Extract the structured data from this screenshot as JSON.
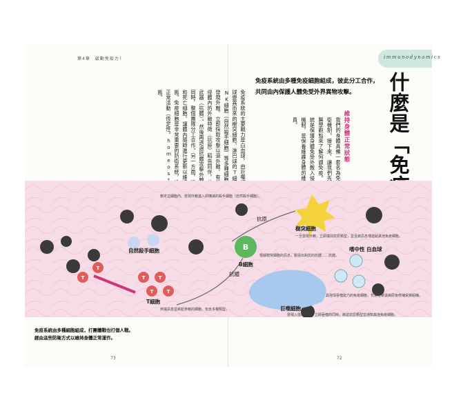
{
  "left_page": {
    "running_head": "第4章　啟動免疫力！",
    "body": "免疫系統的主要戰力是白血球，由巨噬細胞、同樣由單核球變異而來的樹突細胞、淋巴球的T細胞、B細胞和NK細胞（自然殺手細胞）等多種細胞構成。有些細胞一發現外敵，立即採取攻擊以退外敵，有些細胞則負責將入侵體內的外敵特徵（抗原）昭告同伴，並且根據抗原製造武器（抗體）。然後再透過抗體攻擊外敵。彼此各司其職的同時，整個團隊分工合作。另一方面，透過清除受損細胞和死亡細胞，讓體內隨時進行更新以維持在最佳正常狀態。免疫細胞是非常重要的防衛系統，維持身體可以處於正常活動（恆定性。homeostasis）的狀態。",
    "en_gloss": "homeostasis",
    "page_number": "73",
    "bottom_caption_line1": "免疫系統由多種細胞組成，打團體戰也打個人戰。",
    "bottom_caption_line2": "經由這些防衛方式以維持身體正常運作。"
  },
  "right_page": {
    "tab_text": "immunodynamics",
    "title": "什麼是「免疫」？",
    "lede": "免疫系統由多種免疫細胞組成，彼此分工合作，共同由內保護人體免受外界異物攻擊。",
    "side_heading": "維持身體正常狀態",
    "body": "我們的身體具備一套名為免疫的防衛機制。接下來，讓我們先從西方醫學觀點來了解何謂免疫。免疫系統是保護身體免受外敵入侵的防衛機制，是保養維護身體的維修人員。",
    "page_number": "72"
  },
  "diagram": {
    "labels": {
      "antigen": "抗原",
      "antibody": "抗體",
      "b_cell": "B細胞",
      "t_cell": "T細胞",
      "nk_cell": "自然殺手細胞",
      "dendritic": "樹突細胞",
      "macrophage": "巨噬細胞",
      "neutrophil": "嗜中性\n白血球"
    },
    "notes": {
      "nk_note": "鎖定這細胞內、發現外敵進入即攜滅的殺手細胞（自然殺手細胞）。",
      "b_note": "根據樹突細胞的訊息，製造出對抗的抗體……抗體。",
      "t_note": "辨識訊息並將起參戰的細胞，包含多種類型。",
      "dendritic_note": "一旦發現外敵，立即識別抗原類型，並且將訊息傳遞給其他免疫細胞。",
      "macrophage_note": "發現入侵的外敵，立即吞噬的同時，將認抗原類型並通知其他免疫細胞。",
      "neutrophil_note": "具強悍吞噬能力的免疫細胞，負責在擊退病原後修補受損組織。"
    },
    "cell_letters": {
      "b": "B",
      "t": "T"
    },
    "colors": {
      "accent": "#d0357a",
      "band": "#f6dce6",
      "tab": "#cfe7de"
    }
  }
}
